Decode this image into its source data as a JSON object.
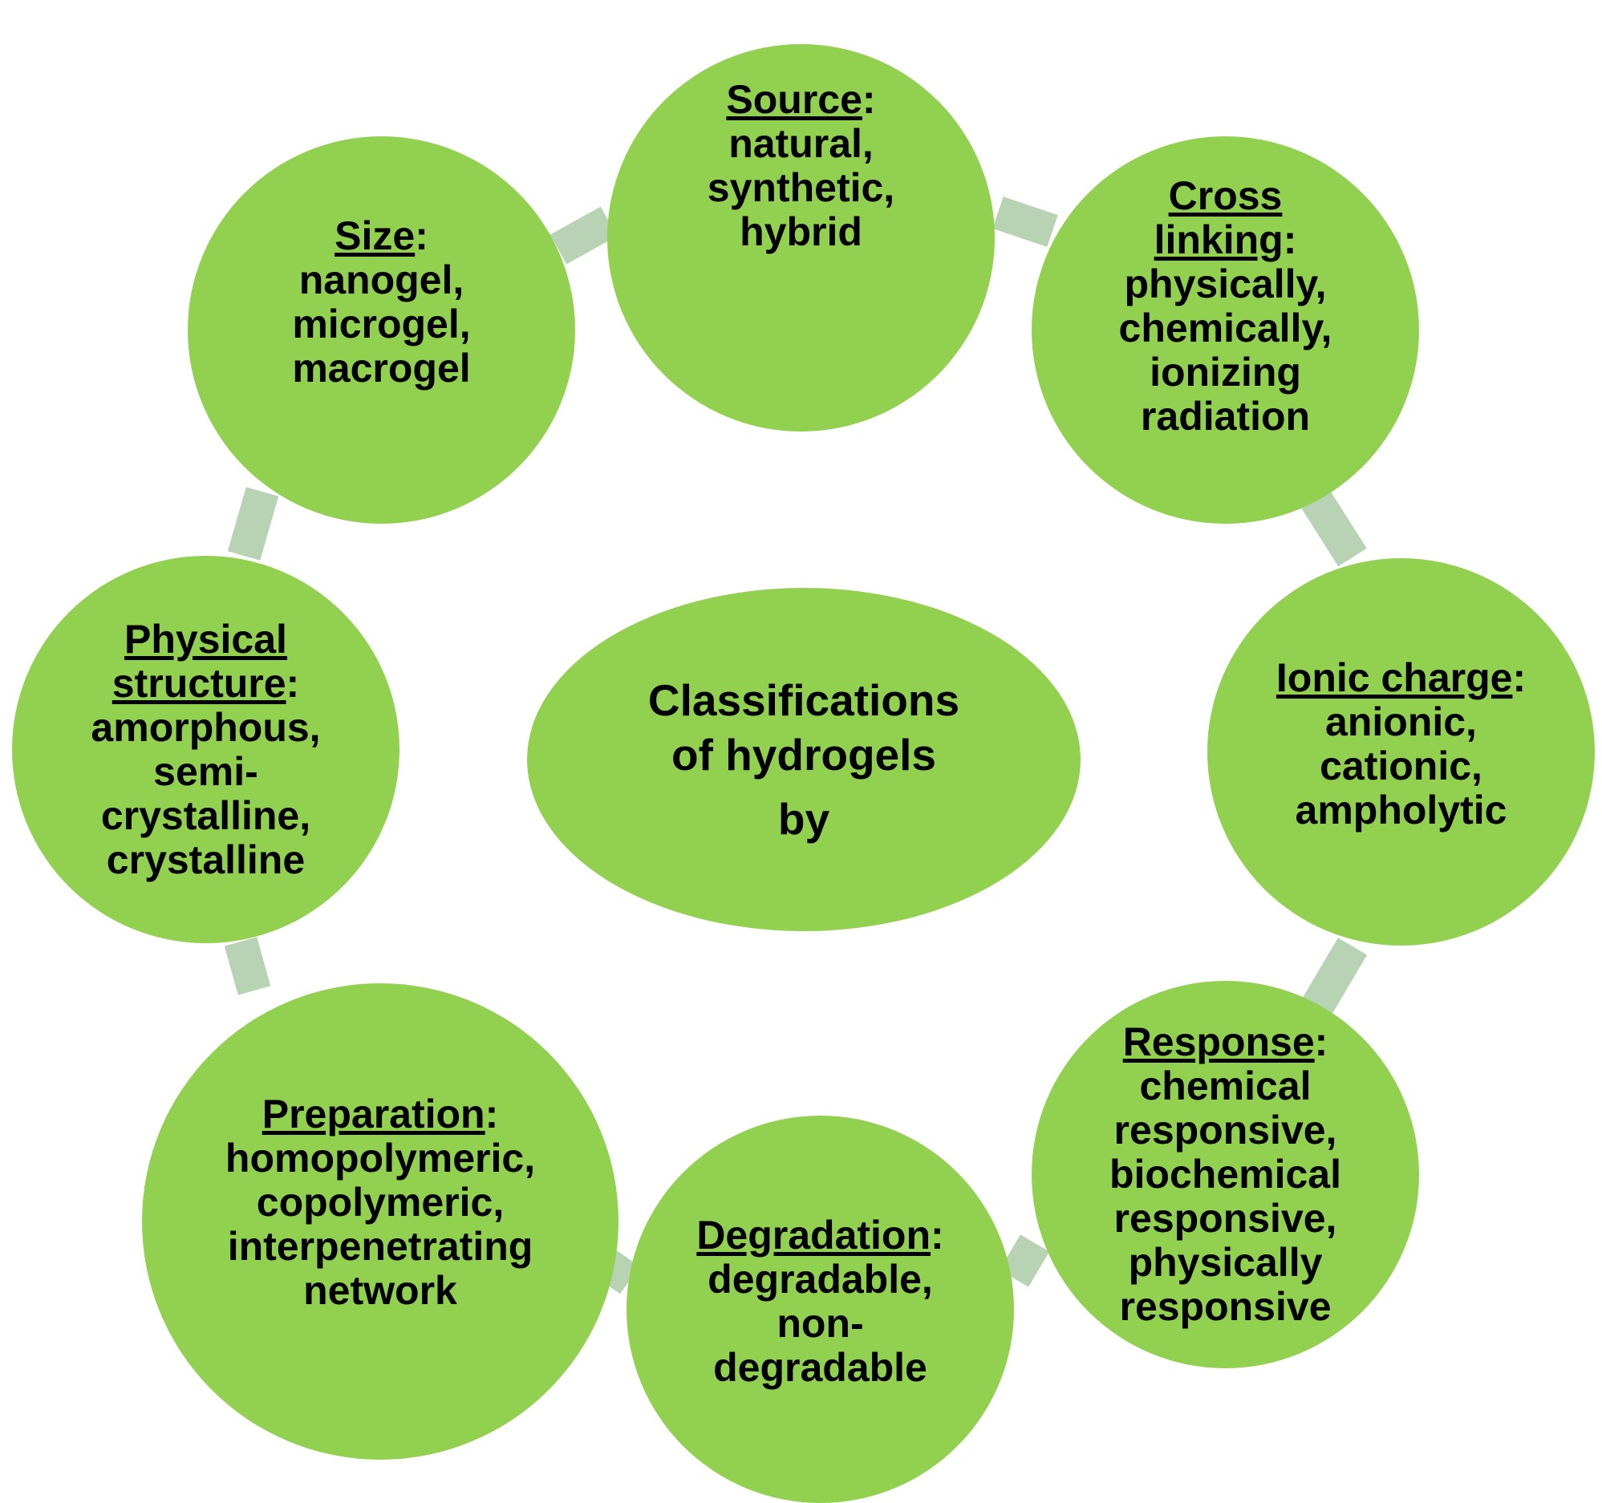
{
  "colors": {
    "circle_fill": "#92d050",
    "connector": "#b7d3b4",
    "text": "#000000",
    "background": "#ffffff"
  },
  "center": {
    "title_lines": [
      "Classifications",
      "of hydrogels"
    ],
    "by": "by"
  },
  "nodes": [
    {
      "heading": "Source",
      "colon": ":",
      "lines": [
        "natural,",
        "synthetic,",
        "hybrid"
      ]
    },
    {
      "heading_lines": [
        "Cross",
        "linking"
      ],
      "colon": ":",
      "lines": [
        "physically,",
        "chemically,",
        "ionizing",
        "radiation"
      ]
    },
    {
      "heading": "Ionic charge",
      "colon": ":",
      "lines": [
        "anionic,",
        "cationic,",
        "ampholytic"
      ]
    },
    {
      "heading": "Response",
      "colon": ":",
      "lines": [
        "chemical",
        "responsive,",
        "biochemical",
        "responsive,",
        "physically",
        "responsive"
      ]
    },
    {
      "heading": "Degradation",
      "colon": ":",
      "lines": [
        "degradable,",
        "non-",
        "degradable"
      ]
    },
    {
      "heading": "Preparation",
      "colon": ":",
      "lines": [
        "homopolymeric,",
        "copolymeric,",
        "interpenetrating",
        "network"
      ]
    },
    {
      "heading_lines": [
        "Physical",
        "structure"
      ],
      "colon": ":",
      "lines": [
        "amorphous,",
        "semi-",
        "crystalline,",
        "crystalline"
      ]
    },
    {
      "heading": "Size",
      "colon": ":",
      "lines": [
        "nanogel,",
        "microgel,",
        "macrogel"
      ]
    }
  ]
}
